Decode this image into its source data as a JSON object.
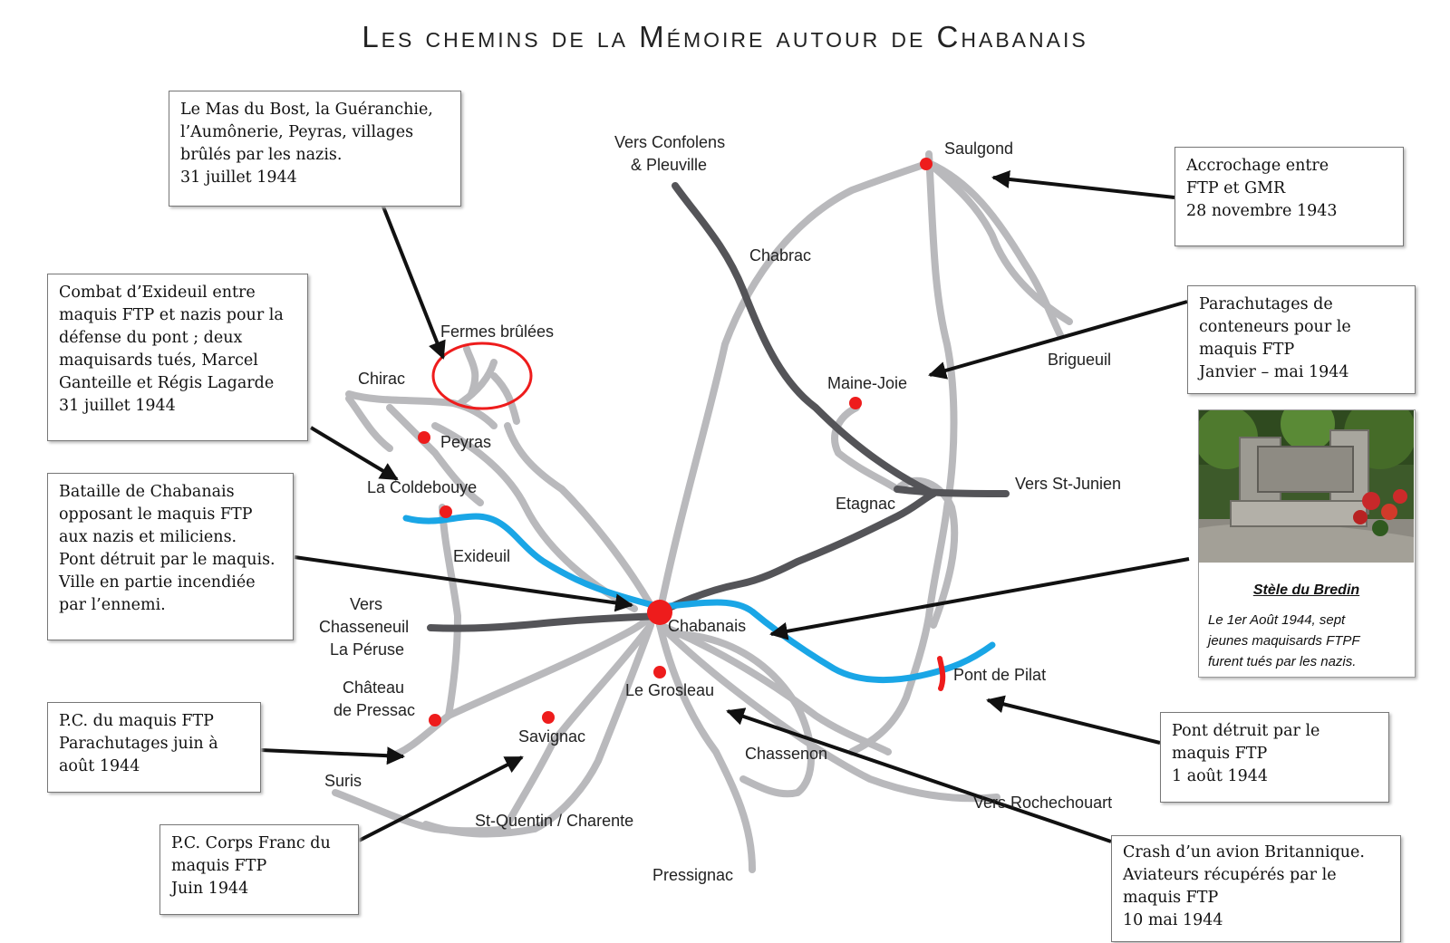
{
  "title": "Les chemins de la Mémoire autour de Chabanais",
  "colors": {
    "road": "#b9b9bc",
    "main_road": "#545458",
    "river": "#1aa6e6",
    "marker": "#ee1c1c",
    "arrow": "#111111"
  },
  "places": {
    "vers_confolens_1": "Vers Confolens",
    "vers_confolens_2": "& Pleuville",
    "chabrac": "Chabrac",
    "saulgond": "Saulgond",
    "brigueuil": "Brigueuil",
    "maine_joie": "Maine-Joie",
    "vers_st_junien": "Vers St-Junien",
    "etagnac": "Etagnac",
    "fermes_brulees": "Fermes brûlées",
    "chirac": "Chirac",
    "peyras": "Peyras",
    "la_coldebouye": "La Coldebouye",
    "exideuil": "Exideuil",
    "vers_chasseneuil_1": "Vers",
    "vers_chasseneuil_2": "Chasseneuil",
    "vers_chasseneuil_3": "La Péruse",
    "chabanais": "Chabanais",
    "chateau_pressac_1": "Château",
    "chateau_pressac_2": "de Pressac",
    "le_grosleau": "Le Grosleau",
    "savignac": "Savignac",
    "pont_de_pilat": "Pont de Pilat",
    "chassenon": "Chassenon",
    "suris": "Suris",
    "vers_rochechouart": "Vers Rochechouart",
    "st_quentin": "St-Quentin / Charente",
    "pressignac": "Pressignac"
  },
  "callouts": {
    "mas_du_bost": [
      "Le Mas du Bost, la Guéranchie,",
      "l’Aumônerie, Peyras, villages",
      "brûlés par les  nazis.",
      "31 juillet 1944"
    ],
    "exideuil_combat": [
      "Combat d’Exideuil entre",
      "maquis FTP et nazis pour la",
      "défense du pont ; deux",
      "maquisards tués, Marcel",
      "Ganteille et Régis Lagarde",
      "31 juillet 1944"
    ],
    "bataille_chabanais": [
      "Bataille de Chabanais",
      "opposant le maquis FTP",
      "aux nazis et miliciens.",
      "Pont détruit par le maquis.",
      "Ville en partie incendiée",
      "par l’ennemi."
    ],
    "pc_maquis": [
      "P.C. du maquis FTP",
      "Parachutages juin à",
      "août 1944"
    ],
    "pc_corps_franc": [
      "P.C. Corps Franc du",
      "maquis FTP",
      "Juin 1944"
    ],
    "accrochage": [
      "Accrochage entre",
      "FTP et GMR",
      "28 novembre 1943"
    ],
    "parachutages": [
      "Parachutages de",
      "conteneurs pour le",
      "maquis FTP",
      "Janvier – mai 1944"
    ],
    "pont_detruit": [
      "Pont détruit par le",
      "maquis FTP",
      "1 août 1944"
    ],
    "crash": [
      "Crash d’un avion Britannique.",
      "Aviateurs récupérés par le",
      "maquis FTP",
      "10 mai 1944"
    ]
  },
  "photo": {
    "title": "Stèle du Bredin",
    "caption": [
      "Le 1er Août 1944, sept",
      "jeunes maquisards FTPF",
      "furent tués par les nazis."
    ]
  }
}
